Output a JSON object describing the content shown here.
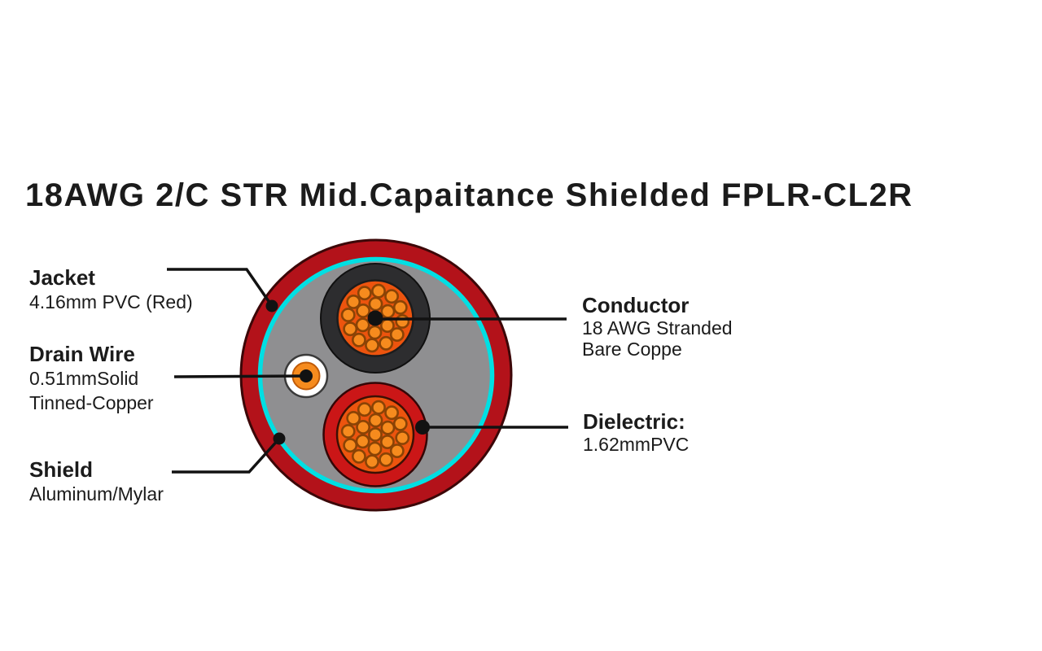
{
  "title": "18AWG 2/C STR Mid.Capaitance Shielded FPLR-CL2R",
  "labels": {
    "jacket": {
      "name": "Jacket",
      "desc1": "4.16mm PVC (Red)"
    },
    "drain_wire": {
      "name": "Drain Wire",
      "desc1": "0.51mmSolid",
      "desc2": "Tinned-Copper"
    },
    "shield": {
      "name": "Shield",
      "desc1": "Aluminum/Mylar"
    },
    "conductor": {
      "name": "Conductor",
      "desc1": "18 AWG Stranded",
      "desc2": "Bare Coppe"
    },
    "dielectric": {
      "name": "Dielectric:",
      "desc1": "1.62mmPVC"
    }
  },
  "colors": {
    "jacket_red": "#b3121a",
    "dielectric_red": "#cb1617",
    "shield_cyan": "#00dfe3",
    "filler_gray": "#8f8f91",
    "insulation_black": "#2d2d2f",
    "conductor_core_orange": "#ed540e",
    "strand_orange": "#f68b1e",
    "strand_outline": "#8a4305",
    "drain_core_orange": "#f68b1e",
    "leader_line": "#121212",
    "text": "#1b1b1b",
    "background": "#ffffff"
  }
}
